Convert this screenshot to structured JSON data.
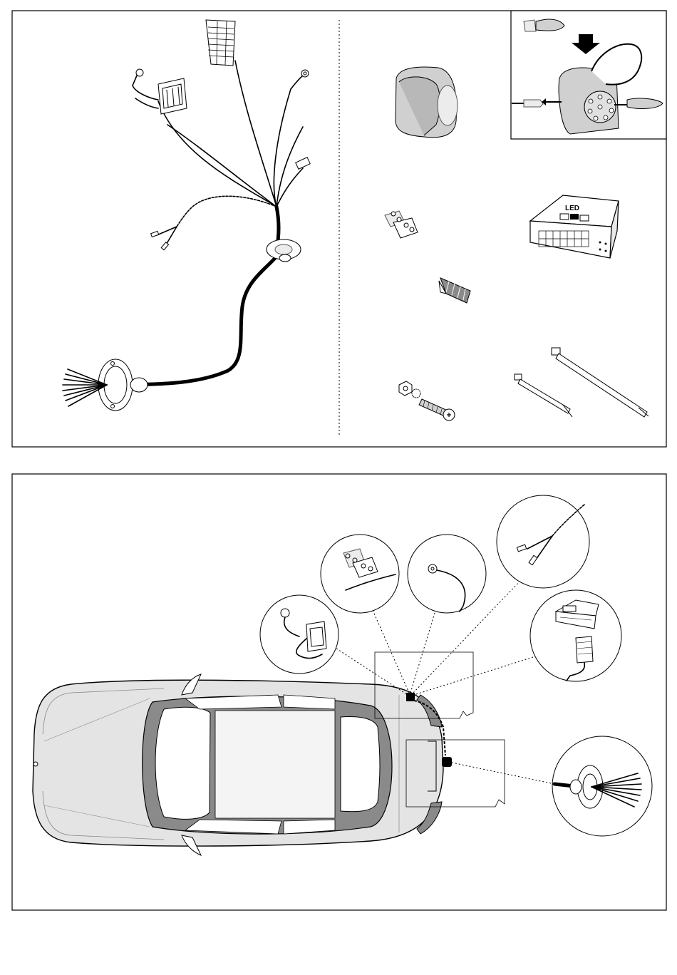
{
  "module_label": "LED",
  "colors": {
    "frame": "#000000",
    "car_body": "#e4e4e4",
    "car_glass_frame": "#8a8a8a",
    "cable": "#000000",
    "background": "#ffffff"
  },
  "panels": {
    "top": {
      "name": "kit-contents-panel"
    },
    "bottom": {
      "name": "installation-overview-panel"
    }
  }
}
